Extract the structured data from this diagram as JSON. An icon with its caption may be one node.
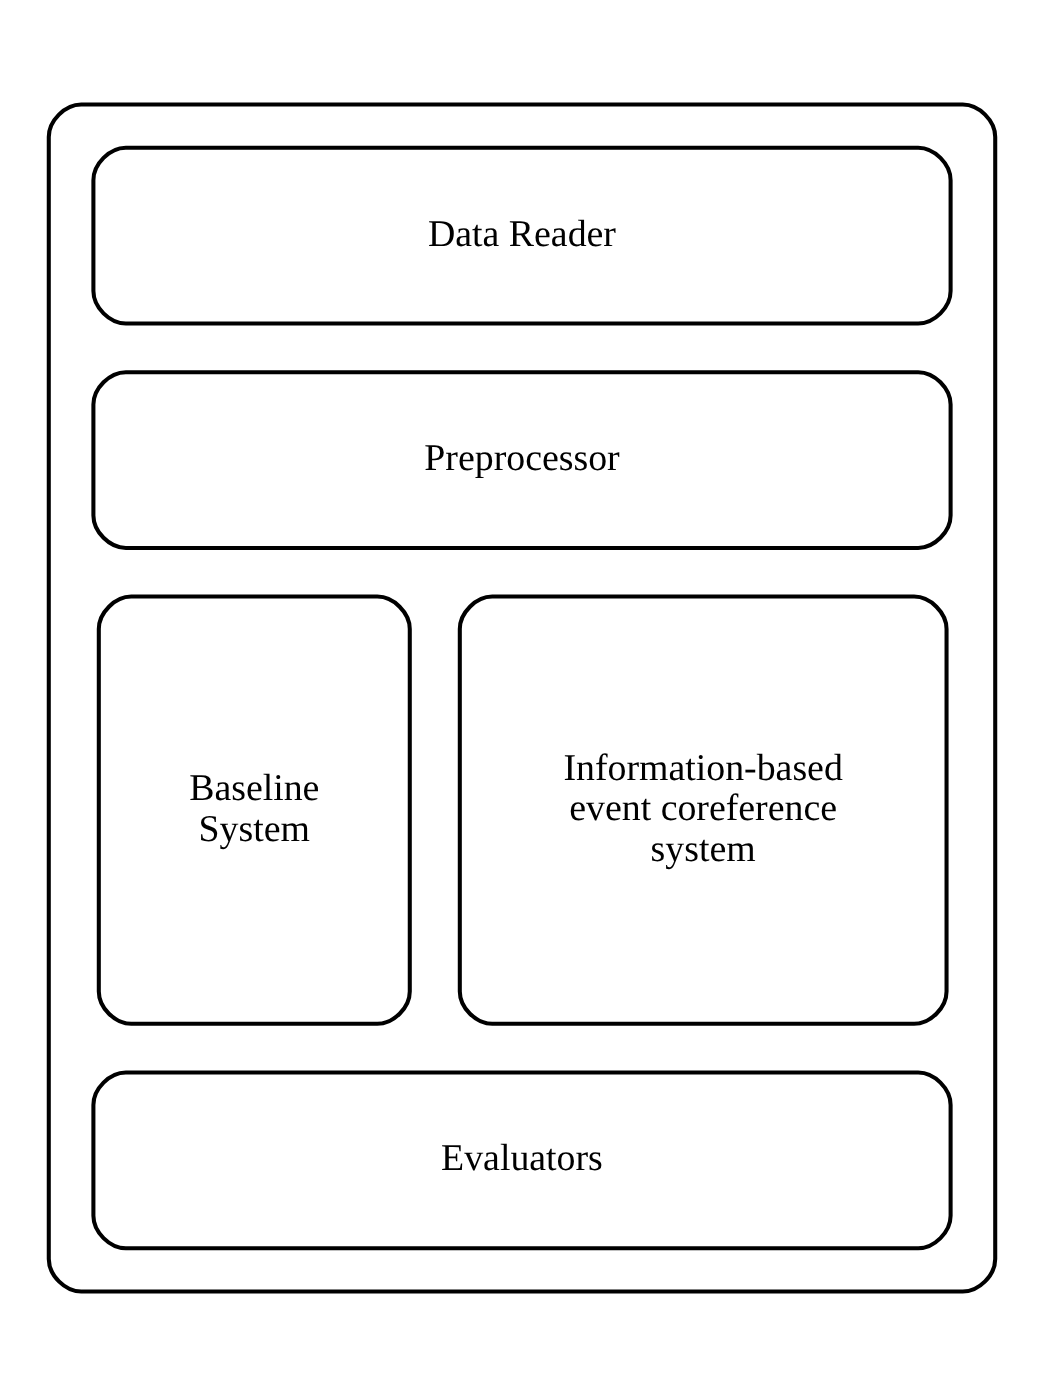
{
  "diagram": {
    "nodes": [
      {
        "text": [],
        "shape": "box"
      },
      {
        "text": [
          "Data Reader"
        ],
        "in": 0
      },
      {
        "text": [
          "Preprocessor"
        ],
        "in": 0
      },
      {
        "text": [
          "Baseline System"
        ],
        "in": 0
      },
      {
        "text": [
          "Information-based event coreference system"
        ],
        "in": 0
      },
      {
        "text": [
          "Evaluators"
        ],
        "in": 0
      }
    ],
    "edges": []
  }
}
